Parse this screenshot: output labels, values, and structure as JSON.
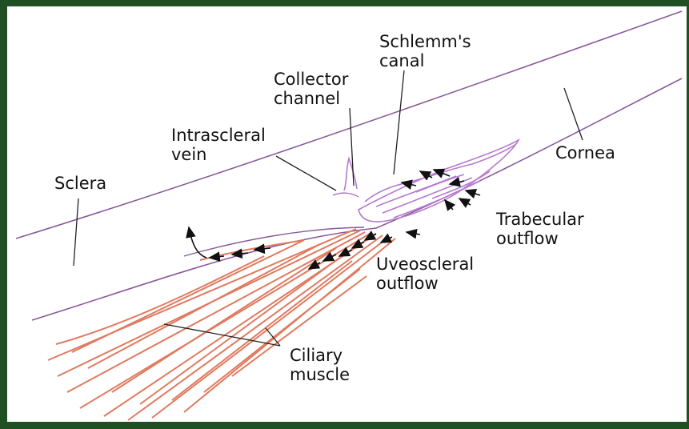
{
  "labels": {
    "schlemms_canal": [
      "Schlemm's",
      "canal"
    ],
    "collector_channel": [
      "Collector",
      "channel"
    ],
    "intrascleral_vein": [
      "Intrascleral",
      "vein"
    ],
    "cornea": "Cornea",
    "sclera": "Sclera",
    "trabecular_outflow": [
      "Trabecular",
      "outflow"
    ],
    "uveoscleral_outflow": [
      "Uveoscleral",
      "outflow"
    ],
    "ciliary_muscle": [
      "Ciliary",
      "muscle"
    ]
  },
  "colors": {
    "frame": "#1f4f22",
    "tissue_outline": "#8a5b9a",
    "trabecular_meshwork": "#b77ad0",
    "ciliary_muscle": "#e07a5f",
    "leader_lines": "#222222",
    "arrows": "#111111"
  }
}
